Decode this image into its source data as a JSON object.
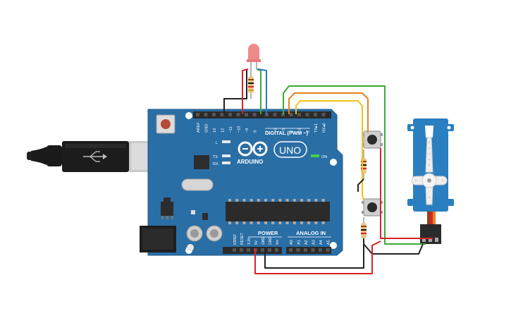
{
  "board": {
    "name": "UNO",
    "brand": "ARDUINO",
    "digital_header_label": "DIGITAL (PWM ~)",
    "power_label": "POWER",
    "analog_label": "ANALOG IN",
    "on_label": "ON",
    "l_label": "L",
    "tx_label": "TX",
    "rx_label": "RX",
    "top_pins": [
      "AREF",
      "GND",
      "13",
      "12",
      "~11",
      "~10",
      "~9",
      "8",
      "7",
      "~6",
      "~5",
      "4",
      "~3",
      "2",
      "TX▸1",
      "RX◂0"
    ],
    "power_pins": [
      "IOREF",
      "RESET",
      "3.3V",
      "5V",
      "GND",
      "GND",
      "Vin"
    ],
    "analog_pins": [
      "A0",
      "A1",
      "A2",
      "A3",
      "A4",
      "A5"
    ]
  },
  "colors": {
    "board": "#2a6ea6",
    "board_dark": "#1f5a8a",
    "header": "#2b2b2b",
    "wire_red": "#d8232a",
    "wire_black": "#222222",
    "wire_green": "#3aaa35",
    "wire_orange": "#e8831e",
    "wire_yellow": "#f0c419",
    "wire_blue": "#2b78c4",
    "servo_blue": "#2a7fc0",
    "led_red": "#f08a8a"
  },
  "icons": [
    "usb-cable-icon",
    "led-icon",
    "resistor-icon",
    "push-button-icon",
    "servo-motor-icon",
    "power-jack-icon"
  ]
}
